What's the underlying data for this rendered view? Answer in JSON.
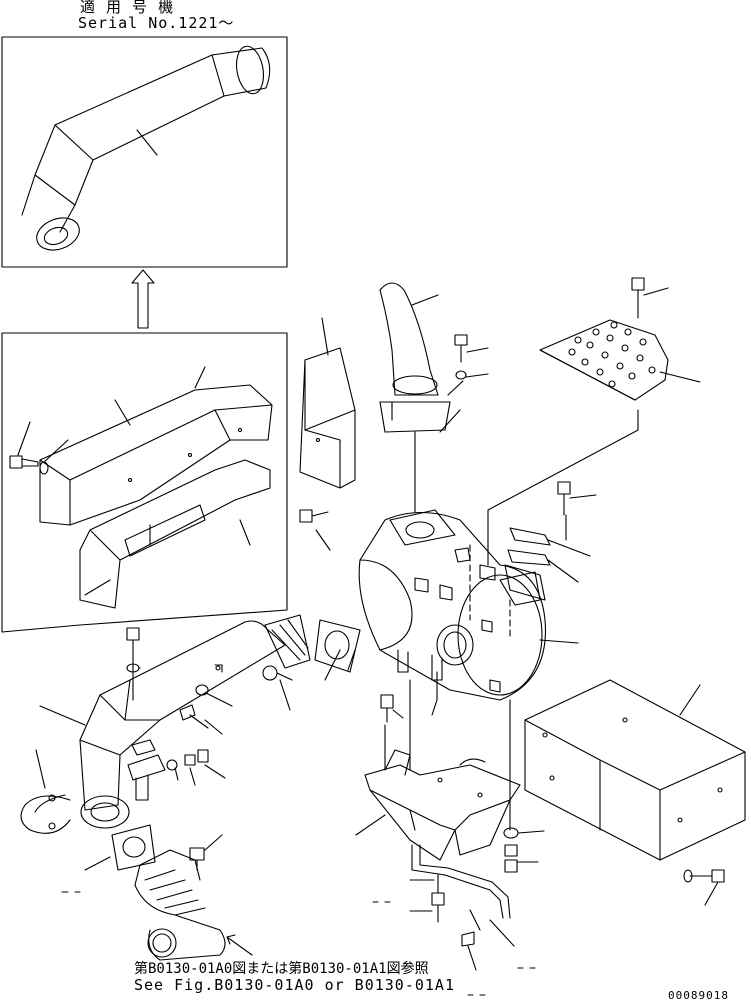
{
  "header": {
    "applicable_label": "適 用 号 機",
    "serial_label": "Serial No.1221～"
  },
  "footer": {
    "ref_jp": "第B0130-01A0図または第B0130-01A1図参照",
    "ref_en": "See Fig.B0130-01A0 or B0130-01A1",
    "drawing_number": "00089018"
  },
  "colors": {
    "line": "#000000",
    "background": "#ffffff"
  }
}
